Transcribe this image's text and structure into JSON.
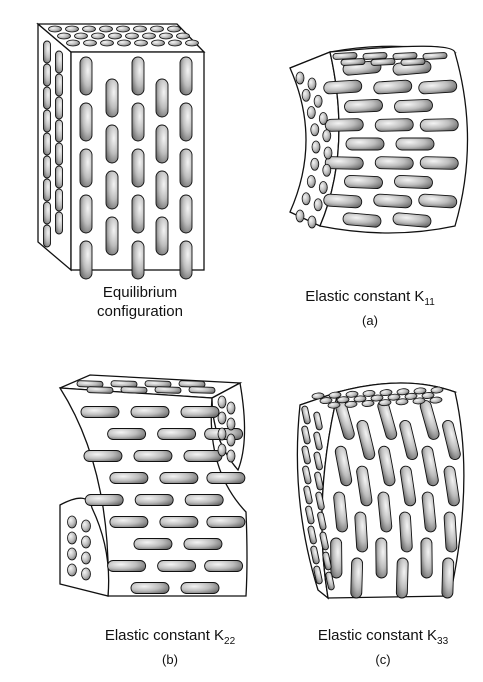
{
  "captions": {
    "equilibrium": {
      "line1": "Equilibrium",
      "line2": "configuration"
    },
    "a": {
      "text": "Elastic constant K",
      "sub": "11",
      "tag": "(a)"
    },
    "b": {
      "text": "Elastic constant K",
      "sub": "22",
      "tag": "(b)"
    },
    "c": {
      "text": "Elastic constant K",
      "sub": "33",
      "tag": "(c)"
    }
  },
  "colors": {
    "ink": "#111111",
    "face": "#ffffff",
    "molecule_light": "#f2f2f2",
    "molecule_dark": "#7a7a7a"
  }
}
